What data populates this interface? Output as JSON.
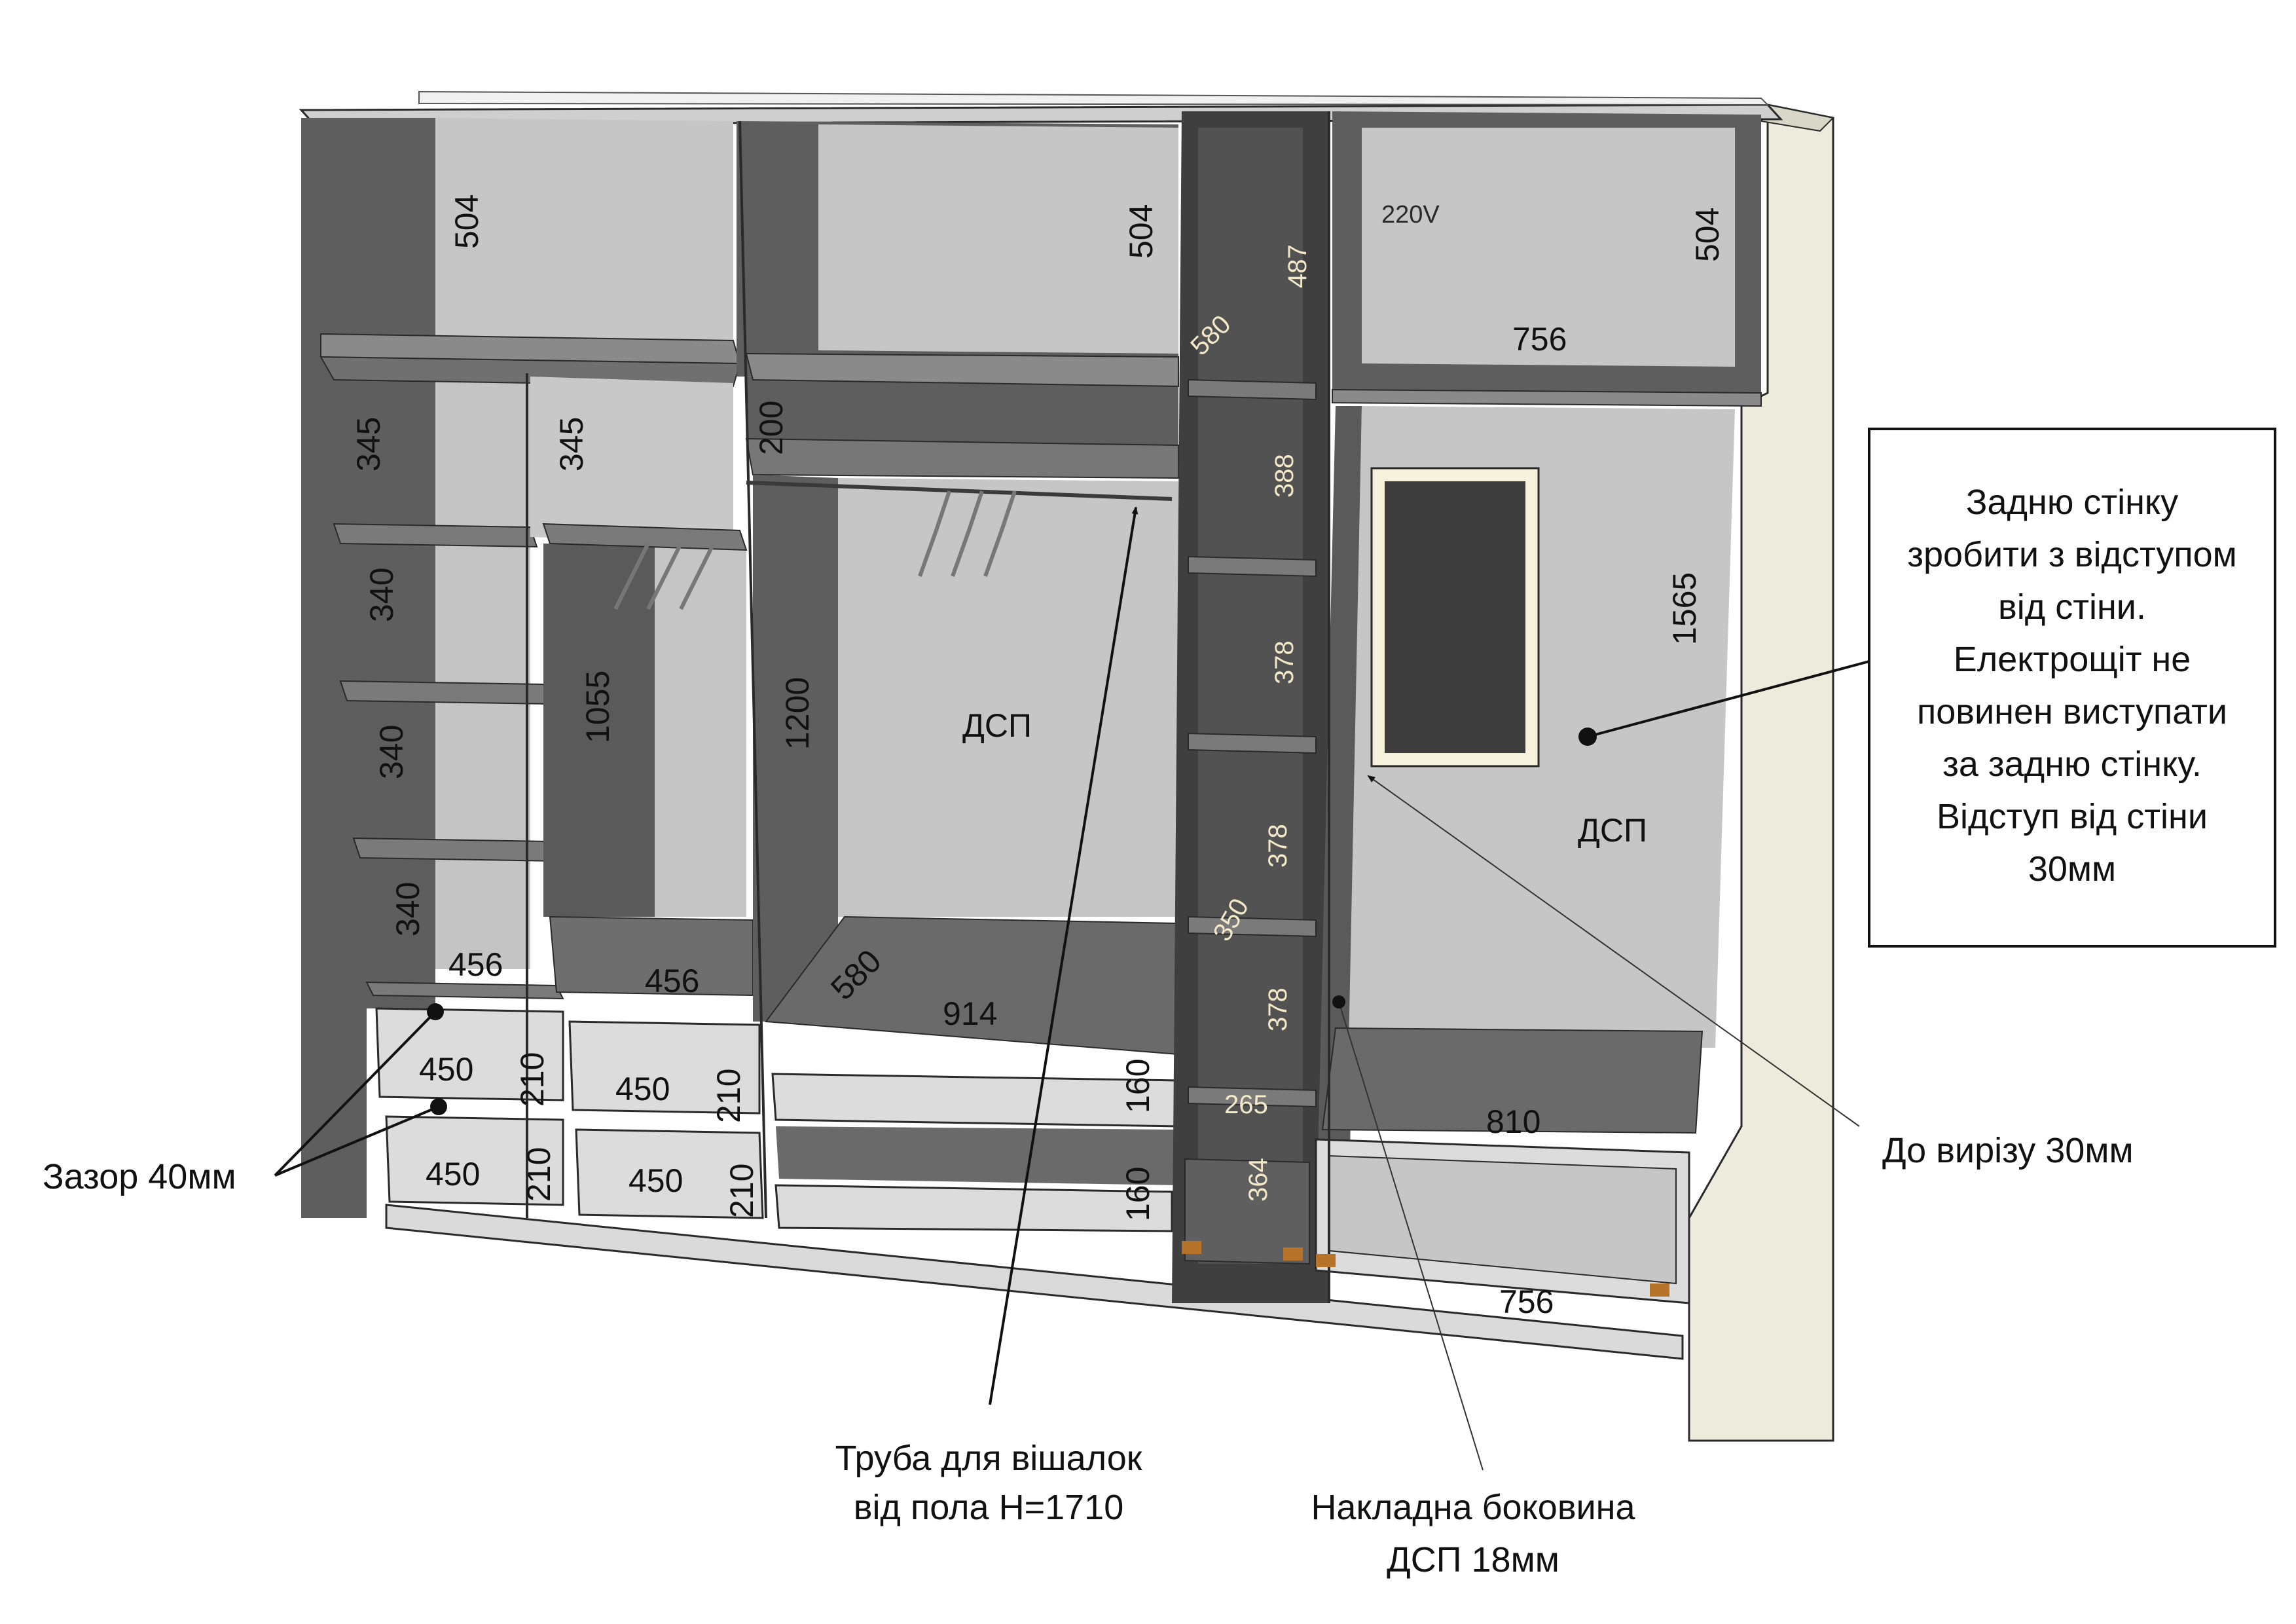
{
  "texts": {
    "volt": "220V",
    "material": "ДСП",
    "callout_box": [
      "Задню стінку",
      "зробити з відступом",
      "від стіни.",
      "Електрощіт не",
      "повинен виступати",
      "за задню стінку.",
      "Відступ від стіни",
      "30мм"
    ],
    "gap_note": "Зазор 40мм",
    "cutout_note": "До вирізу 30мм",
    "pipe_note": [
      "Труба для вішалок",
      "від пола Н=1710"
    ],
    "side_note": [
      "Накладна боковина",
      "ДСП 18мм"
    ]
  },
  "dims": {
    "col1_top": "504",
    "col1_s1": "345",
    "col1_s2": "340",
    "col1_s3": "340",
    "col1_s4": "340",
    "col1_depth": "456",
    "col1_dr1_w": "450",
    "col1_dr1_h": "210",
    "col1_dr2_w": "450",
    "col1_dr2_h": "210",
    "col2_s1": "345",
    "col2_hang": "1055",
    "col2_depth": "456",
    "col2_dr1_w": "450",
    "col2_dr1_h": "210",
    "col2_dr2_w": "450",
    "col2_dr2_h": "210",
    "col3_top": "504",
    "col3_s1": "200",
    "col3_hang": "1200",
    "col3_depth": "580",
    "col3_width": "914",
    "col3_dr1_h": "160",
    "col3_dr2_h": "160",
    "col4_top": "487",
    "col4_depth_top": "580",
    "col4_s1": "388",
    "col4_s2": "378",
    "col4_s3": "378",
    "col4_depth_mid": "350",
    "col4_s4": "378",
    "col4_width": "265",
    "col4_dr": "364",
    "col5_top": "504",
    "col5_width_top": "756",
    "col5_hang": "1565",
    "col5_width_bottom": "810",
    "col5_drawer": "756"
  }
}
